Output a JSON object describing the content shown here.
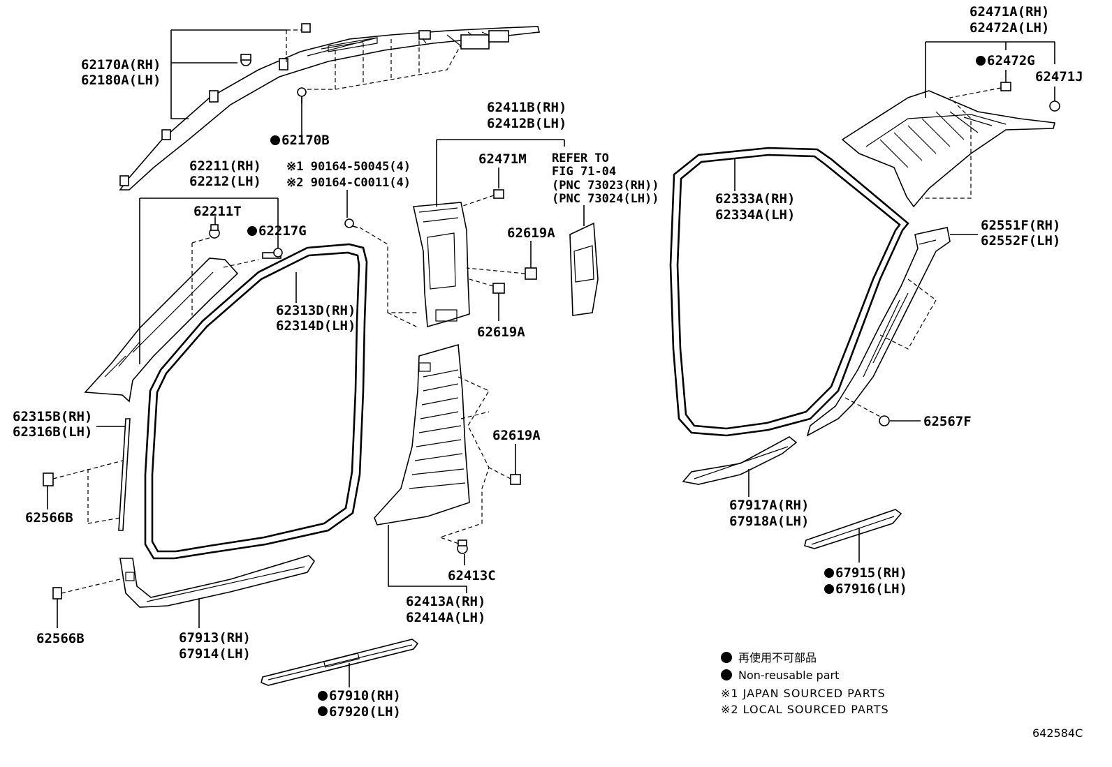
{
  "labels": {
    "p62170a": "62170A(RH)",
    "p62180a": "62180A(LH)",
    "p62170b": "62170B",
    "p62211": "62211(RH)",
    "p62212": "62212(LH)",
    "p62211t": "62211T",
    "p62217g": "62217G",
    "note1": "※1 90164-50045(4)",
    "note2": "※2 90164-C0011(4)",
    "p62313d": "62313D(RH)",
    "p62314d": "62314D(LH)",
    "p62315b": "62315B(RH)",
    "p62316b": "62316B(LH)",
    "p62566b_1": "62566B",
    "p62566b_2": "62566B",
    "p67913": "67913(RH)",
    "p67914": "67914(LH)",
    "p62411b": "62411B(RH)",
    "p62412b": "62412B(LH)",
    "p62471m": "62471M",
    "p62619a_1": "62619A",
    "p62619a_2": "62619A",
    "p62619a_3": "62619A",
    "p62413c": "62413C",
    "p62413a": "62413A(RH)",
    "p62414a": "62414A(LH)",
    "p67910": "67910(RH)",
    "p67920": "67920(LH)",
    "ref1": "REFER TO",
    "ref2": "FIG 71-04",
    "ref3": "(PNC 73023(RH))",
    "ref4": "(PNC 73024(LH))",
    "p62471a": "62471A(RH)",
    "p62472a": "62472A(LH)",
    "p62472g": "62472G",
    "p62471j": "62471J",
    "p62333a": "62333A(RH)",
    "p62334a": "62334A(LH)",
    "p62551f": "62551F(RH)",
    "p62552f": "62552F(LH)",
    "p62567f": "62567F",
    "p67917a": "67917A(RH)",
    "p67918a": "67918A(LH)",
    "p67915": "67915(RH)",
    "p67916": "67916(LH)"
  },
  "legend": {
    "jp": "再使用不可部品",
    "en": "Non-reusable part",
    "note1": "※1 JAPAN SOURCED PARTS",
    "note2": "※2 LOCAL SOURCED PARTS"
  },
  "figure_code": "642584C"
}
